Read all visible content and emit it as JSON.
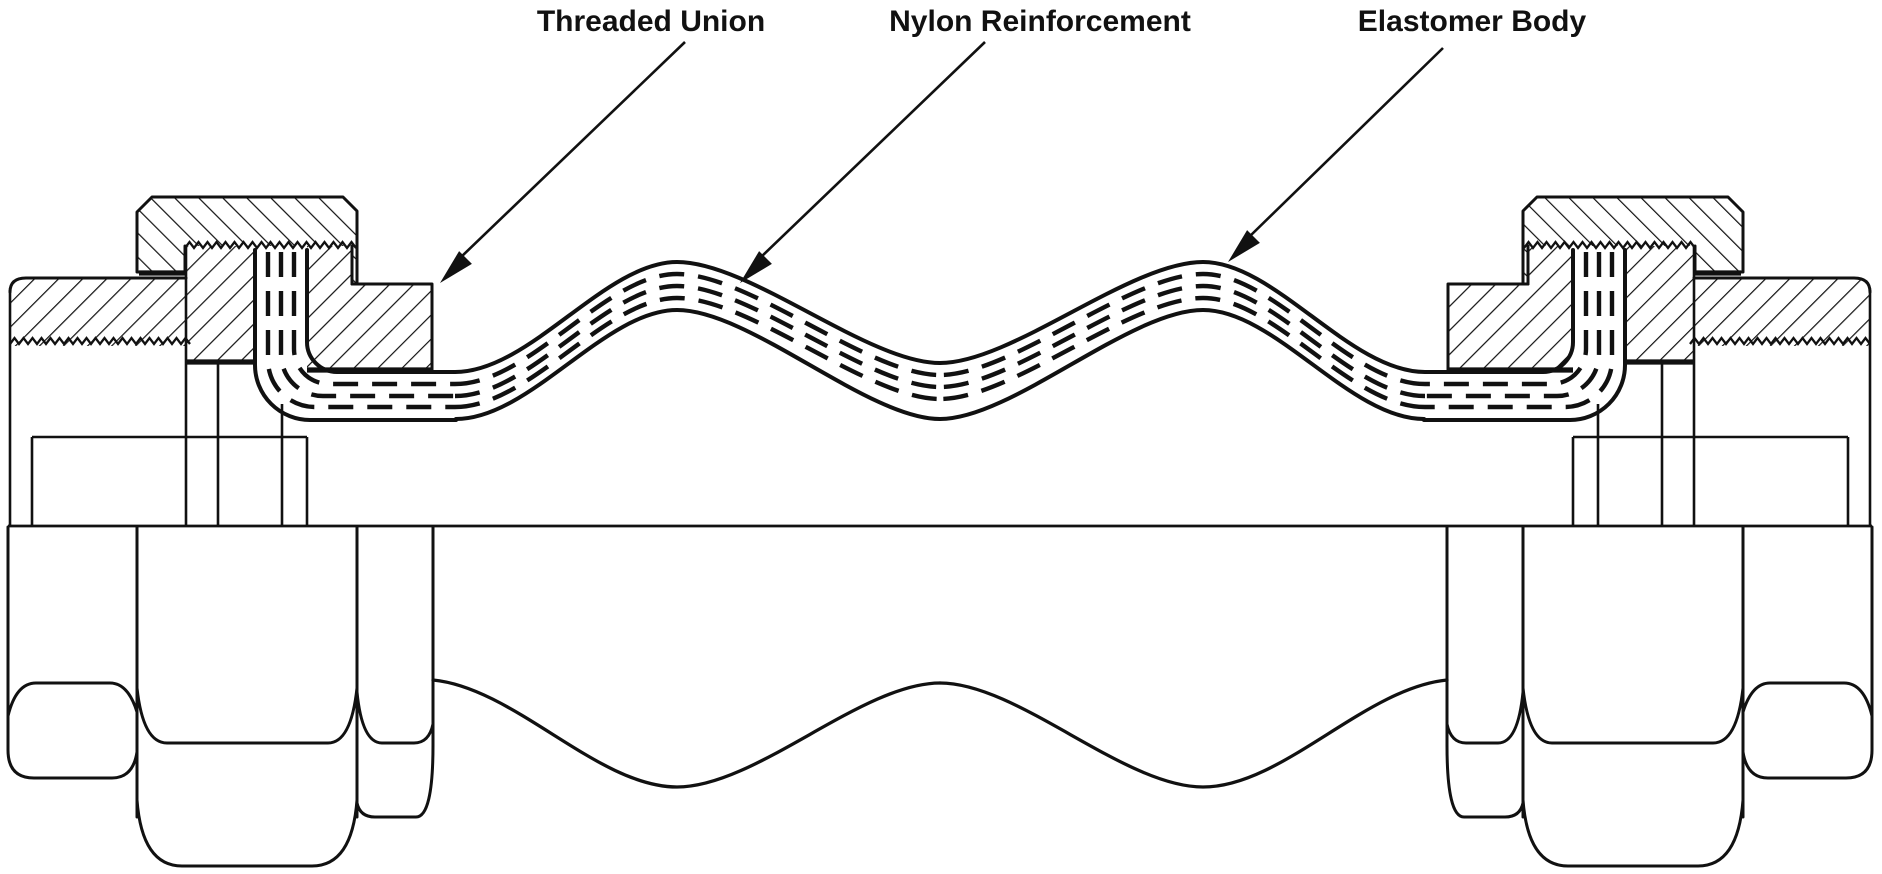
{
  "diagram": {
    "type": "technical cross-section drawing",
    "background_color": "#ffffff",
    "line_color": "#111111",
    "labels": [
      {
        "id": "threaded-union",
        "text": "Threaded Union"
      },
      {
        "id": "nylon-reinforcement",
        "text": "Nylon Reinforcement"
      },
      {
        "id": "elastomer-body",
        "text": "Elastomer Body"
      }
    ]
  }
}
